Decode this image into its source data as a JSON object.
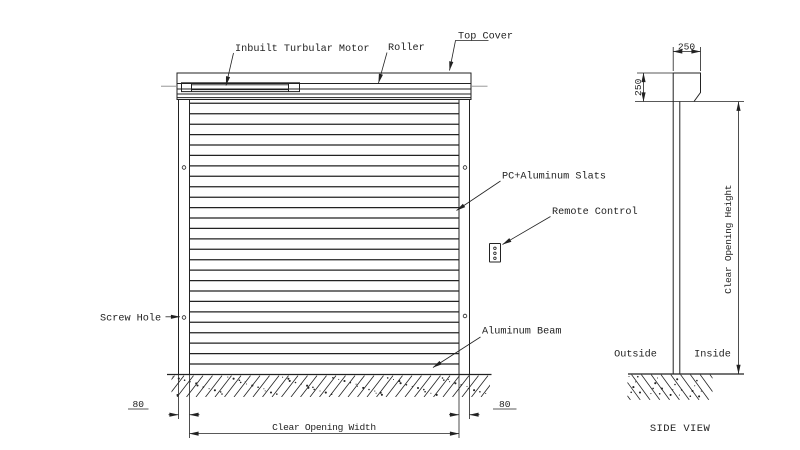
{
  "drawing": {
    "front_view": {
      "callouts": {
        "motor": "Inbuilt Turbular Motor",
        "roller": "Roller",
        "top_cover": "Top Cover",
        "slats": "PC+Aluminum Slats",
        "remote": "Remote Control",
        "screw_hole": "Screw Hole",
        "beam": "Aluminum Beam"
      },
      "dimensions": {
        "left_80": "80",
        "right_80": "80",
        "width_label": "Clear Opening Width"
      },
      "slat_count": 25
    },
    "side_view": {
      "title": "SIDE VIEW",
      "outside": "Outside",
      "inside": "Inside",
      "dimensions": {
        "top_w": "250",
        "side_h": "250",
        "height_label": "Clear Opening Height"
      }
    },
    "colors": {
      "line": "#222222",
      "centerline": "#8a8a8a",
      "background": "#ffffff"
    }
  }
}
